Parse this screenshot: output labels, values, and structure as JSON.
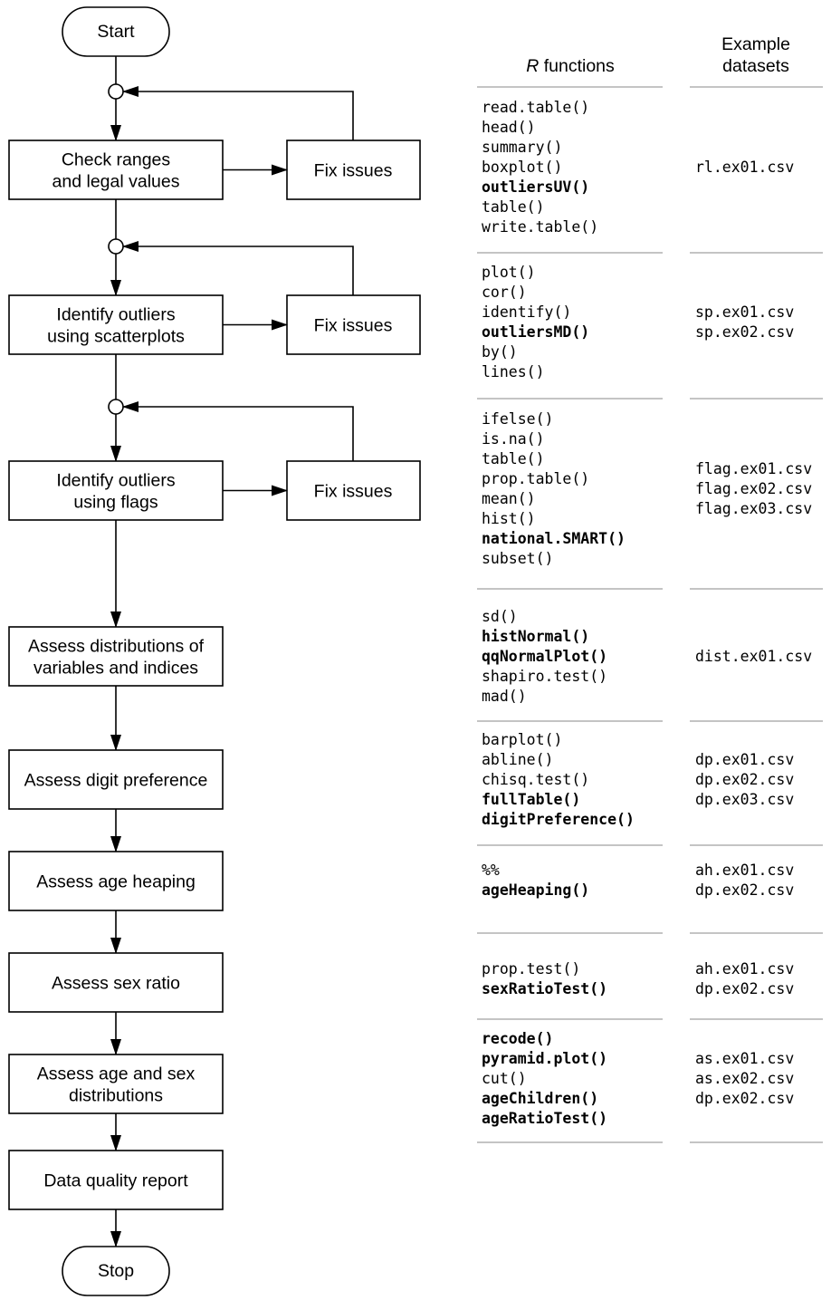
{
  "flowchart": {
    "start": "Start",
    "stop": "Stop",
    "fix_label": "Fix issues",
    "steps": [
      {
        "lines": [
          "Check ranges",
          "and legal values"
        ],
        "has_fix": true
      },
      {
        "lines": [
          "Identify outliers",
          "using scatterplots"
        ],
        "has_fix": true
      },
      {
        "lines": [
          "Identify outliers",
          "using flags"
        ],
        "has_fix": true
      },
      {
        "lines": [
          "Assess distributions of",
          "variables and indices"
        ],
        "has_fix": false
      },
      {
        "lines": [
          "Assess digit preference"
        ],
        "has_fix": false
      },
      {
        "lines": [
          "Assess age heaping"
        ],
        "has_fix": false
      },
      {
        "lines": [
          "Assess sex ratio"
        ],
        "has_fix": false
      },
      {
        "lines": [
          "Assess age and sex",
          "distributions"
        ],
        "has_fix": false
      },
      {
        "lines": [
          "Data quality report"
        ],
        "has_fix": false
      }
    ]
  },
  "table": {
    "header_functions_italic": "R",
    "header_functions": " functions",
    "header_datasets_line1": "Example",
    "header_datasets_line2": "datasets",
    "rows": [
      {
        "functions": [
          [
            "read.table()",
            false
          ],
          [
            "head()",
            false
          ],
          [
            "summary()",
            false
          ],
          [
            "boxplot()",
            false
          ],
          [
            "outliersUV()",
            true
          ],
          [
            "table()",
            false
          ],
          [
            "write.table()",
            false
          ]
        ],
        "datasets": [
          "rl.ex01.csv"
        ]
      },
      {
        "functions": [
          [
            "plot()",
            false
          ],
          [
            "cor()",
            false
          ],
          [
            "identify()",
            false
          ],
          [
            "outliersMD()",
            true
          ],
          [
            "by()",
            false
          ],
          [
            "lines()",
            false
          ]
        ],
        "datasets": [
          "sp.ex01.csv",
          "sp.ex02.csv"
        ]
      },
      {
        "functions": [
          [
            "ifelse()",
            false
          ],
          [
            "is.na()",
            false
          ],
          [
            "table()",
            false
          ],
          [
            "prop.table()",
            false
          ],
          [
            "mean()",
            false
          ],
          [
            "hist()",
            false
          ],
          [
            "national.SMART()",
            true
          ],
          [
            "subset()",
            false
          ]
        ],
        "datasets": [
          "flag.ex01.csv",
          "flag.ex02.csv",
          "flag.ex03.csv"
        ]
      },
      {
        "functions": [
          [
            "sd()",
            false
          ],
          [
            "histNormal()",
            true
          ],
          [
            "qqNormalPlot()",
            true
          ],
          [
            "shapiro.test()",
            false
          ],
          [
            "mad()",
            false
          ]
        ],
        "datasets": [
          "dist.ex01.csv"
        ]
      },
      {
        "functions": [
          [
            "barplot()",
            false
          ],
          [
            "abline()",
            false
          ],
          [
            "chisq.test()",
            false
          ],
          [
            "fullTable()",
            true
          ],
          [
            "digitPreference()",
            true
          ]
        ],
        "datasets": [
          "dp.ex01.csv",
          "dp.ex02.csv",
          "dp.ex03.csv"
        ]
      },
      {
        "functions": [
          [
            "%%",
            false
          ],
          [
            "ageHeaping()",
            true
          ]
        ],
        "datasets": [
          "ah.ex01.csv",
          "dp.ex02.csv"
        ]
      },
      {
        "functions": [
          [
            "prop.test()",
            false
          ],
          [
            "sexRatioTest()",
            true
          ]
        ],
        "datasets": [
          "ah.ex01.csv",
          "dp.ex02.csv"
        ]
      },
      {
        "functions": [
          [
            "recode()",
            true
          ],
          [
            "pyramid.plot()",
            true
          ],
          [
            "cut()",
            false
          ],
          [
            "ageChildren()",
            true
          ],
          [
            "ageRatioTest()",
            true
          ]
        ],
        "datasets": [
          "as.ex01.csv",
          "as.ex02.csv",
          "dp.ex02.csv"
        ]
      }
    ]
  }
}
